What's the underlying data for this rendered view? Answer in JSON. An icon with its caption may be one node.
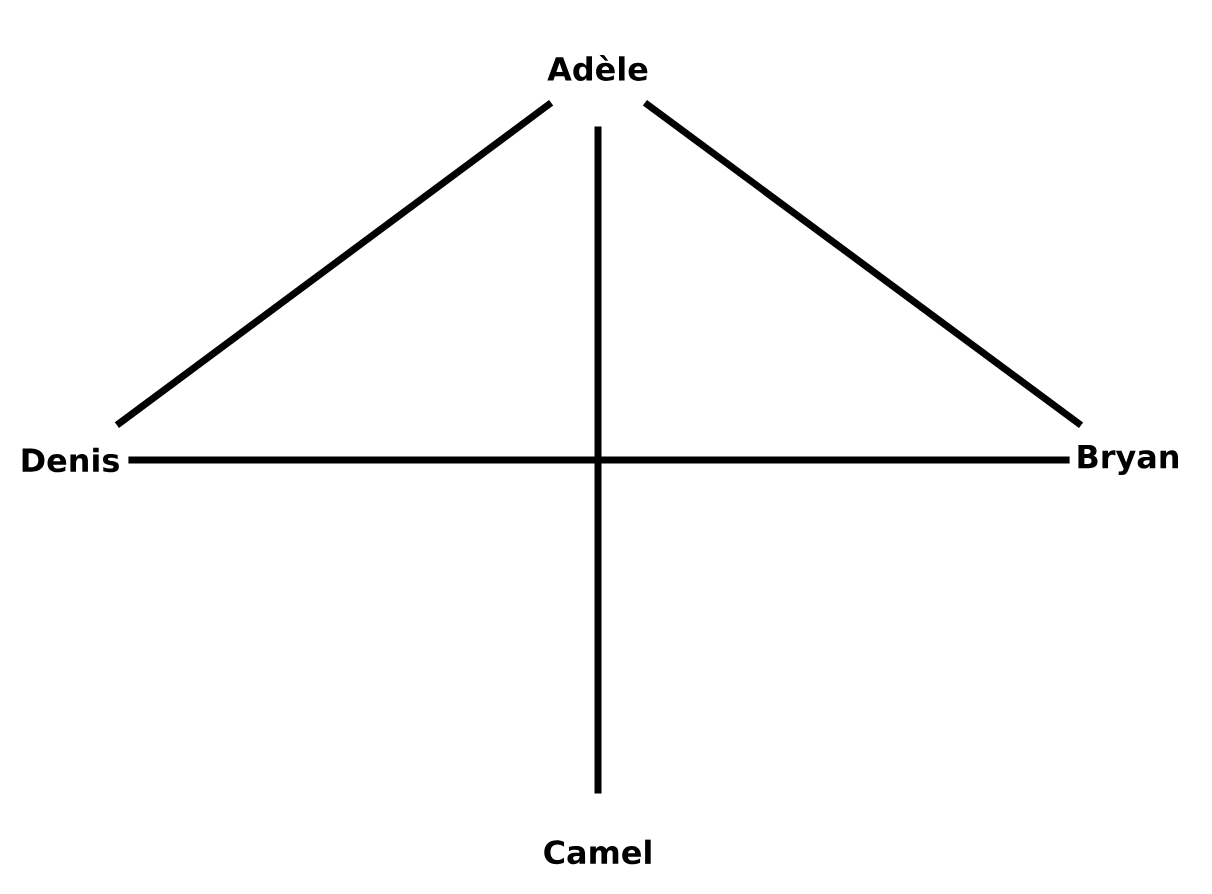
{
  "diagram": {
    "nodes": [
      {
        "text": [
          "Adèle"
        ]
      },
      {
        "text": [
          "Denis"
        ]
      },
      {
        "text": [
          "Bryan"
        ]
      },
      {
        "text": [
          "Camel"
        ]
      }
    ],
    "edges": [
      {
        "from": 0,
        "to": 1,
        "arrow": "none"
      },
      {
        "from": 0,
        "to": 2,
        "arrow": "none"
      },
      {
        "from": 0,
        "to": 3,
        "arrow": "none"
      },
      {
        "from": 1,
        "to": 2,
        "arrow": "none"
      }
    ]
  }
}
